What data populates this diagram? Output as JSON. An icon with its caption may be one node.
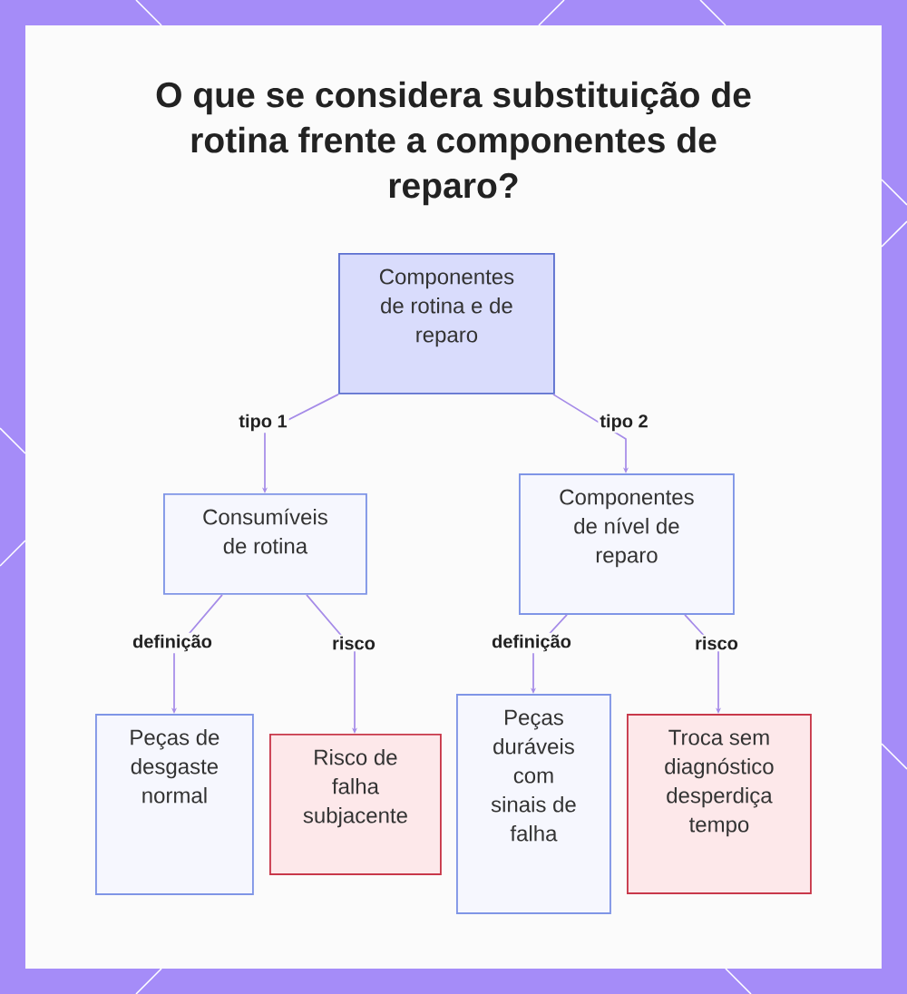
{
  "diagram": {
    "title": "O que se considera substituição de rotina frente a componentes de reparo?",
    "nodes": [
      {
        "text": [
          "Componentes de rotina e de reparo"
        ]
      },
      {
        "text": [
          "Consumíveis de rotina"
        ]
      },
      {
        "text": [
          "Componentes de nível de reparo"
        ]
      },
      {
        "text": [
          "Peças de desgaste normal"
        ]
      },
      {
        "text": [
          "Risco de falha subjacente"
        ]
      },
      {
        "text": [
          "Peças duráveis com sinais de falha"
        ]
      },
      {
        "text": [
          "Troca sem diagnóstico desperdiça tempo"
        ]
      }
    ],
    "edges": [
      {
        "from": 0,
        "to": 1,
        "arrow": "to",
        "label": "tipo 1"
      },
      {
        "from": 0,
        "to": 2,
        "arrow": "to",
        "label": "tipo 2"
      },
      {
        "from": 1,
        "to": 3,
        "arrow": "to",
        "label": "definição"
      },
      {
        "from": 1,
        "to": 4,
        "arrow": "to",
        "label": "risco"
      },
      {
        "from": 2,
        "to": 5,
        "arrow": "to",
        "label": "definição"
      },
      {
        "from": 2,
        "to": 6,
        "arrow": "to",
        "label": "risco"
      }
    ]
  }
}
